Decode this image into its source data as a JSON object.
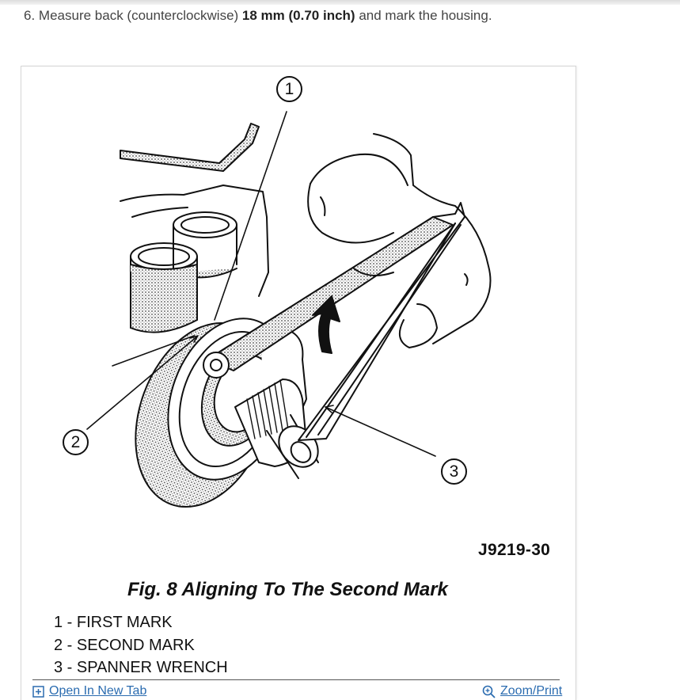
{
  "step": {
    "number": "6.",
    "text_before": "Measure back (counterclockwise)",
    "emphasis": "18 mm (0.70 inch)",
    "text_after": "and mark the housing."
  },
  "figure": {
    "callouts": [
      "1",
      "2",
      "3"
    ],
    "drawing_code": "J9219-30",
    "caption": "Fig. 8 Aligning To The Second Mark",
    "legend": [
      "1 - FIRST MARK",
      "2 - SECOND MARK",
      "3 - SPANNER WRENCH"
    ]
  },
  "footer": {
    "open_new_tab_label": "Open In New Tab",
    "zoom_print_label": "Zoom/Print",
    "open_new_tab_icon": "open-in-new-tab-icon",
    "zoom_icon": "zoom-icon"
  },
  "colors": {
    "link": "#2b6cb0",
    "text": "#444444",
    "line_art": "#111111"
  }
}
